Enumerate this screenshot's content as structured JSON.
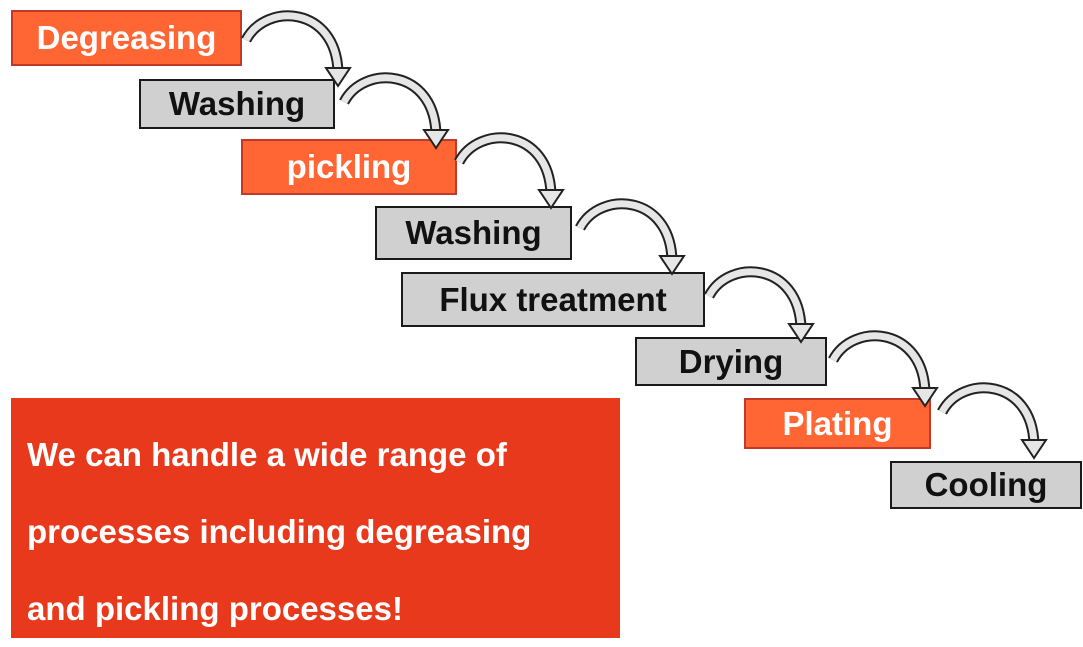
{
  "steps": [
    {
      "label": "Degreasing",
      "style": "orange"
    },
    {
      "label": "Washing",
      "style": "gray"
    },
    {
      "label": "pickling",
      "style": "orange"
    },
    {
      "label": "Washing",
      "style": "gray"
    },
    {
      "label": "Flux treatment",
      "style": "gray"
    },
    {
      "label": "Drying",
      "style": "gray"
    },
    {
      "label": "Plating",
      "style": "orange"
    },
    {
      "label": "Cooling",
      "style": "gray"
    }
  ],
  "notice": {
    "lines": [
      "We can handle a wide range of",
      "processes including degreasing",
      "and pickling processes!"
    ]
  },
  "colors": {
    "step_orange": "#ff6633",
    "step_gray": "#d0d0d0",
    "notice_red": "#e8391d",
    "arrow_fill": "#e6e6e6"
  }
}
